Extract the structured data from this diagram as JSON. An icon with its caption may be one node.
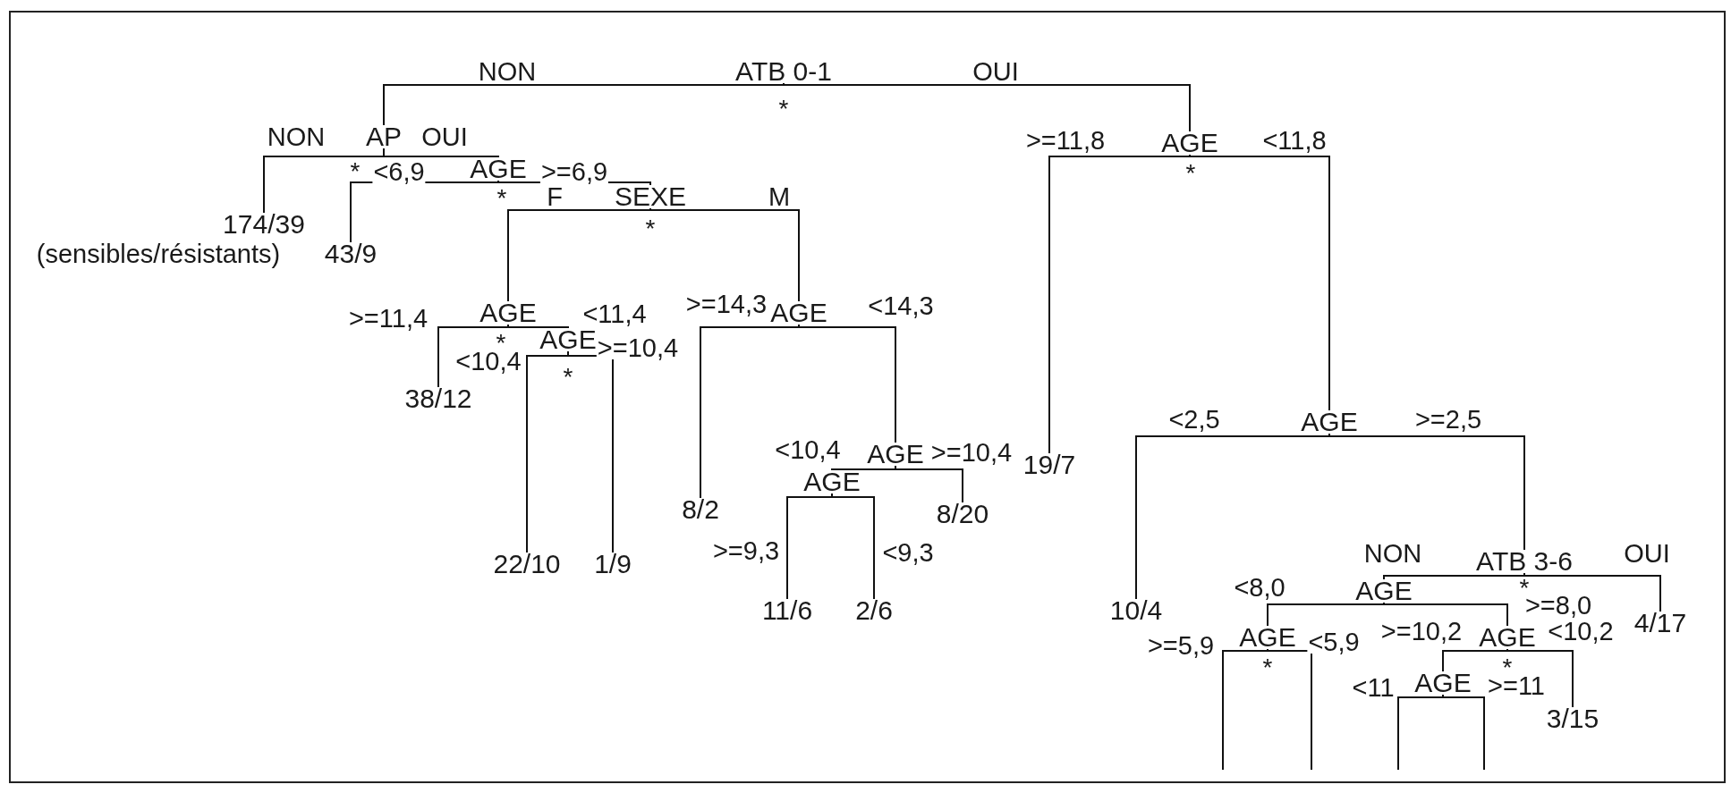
{
  "diagram": {
    "nodes": [
      {
        "text": [
          "ATB 0-1"
        ],
        "beside": [
          "*"
        ]
      },
      {
        "text": [
          "AP"
        ],
        "beside": [
          "*"
        ]
      },
      {
        "text": [
          "174/39"
        ],
        "beside": [
          "(sensibles/résistants)"
        ]
      },
      {
        "text": [
          "AGE"
        ],
        "beside": [
          "*"
        ]
      },
      {
        "text": [
          "43/9"
        ]
      },
      {
        "text": [
          "SEXE"
        ],
        "beside": [
          "*"
        ]
      },
      {
        "text": [
          "AGE"
        ],
        "beside": [
          "*"
        ]
      },
      {
        "text": [
          "38/12"
        ]
      },
      {
        "text": [
          "AGE"
        ],
        "beside": [
          "*"
        ]
      },
      {
        "text": [
          "22/10"
        ]
      },
      {
        "text": [
          "1/9"
        ]
      },
      {
        "text": [
          "AGE"
        ]
      },
      {
        "text": [
          "8/2"
        ]
      },
      {
        "text": [
          "AGE"
        ]
      },
      {
        "text": [
          "AGE"
        ]
      },
      {
        "text": [
          "11/6"
        ]
      },
      {
        "text": [
          "2/6"
        ]
      },
      {
        "text": [
          "8/20"
        ]
      },
      {
        "text": [
          "AGE"
        ],
        "beside": [
          "*"
        ]
      },
      {
        "text": [
          "19/7"
        ]
      },
      {
        "text": [
          "AGE"
        ]
      },
      {
        "text": [
          "10/4"
        ]
      },
      {
        "text": [
          "ATB 3-6"
        ],
        "beside": [
          "*"
        ]
      },
      {
        "text": [
          "AGE"
        ]
      },
      {
        "text": [
          "AGE"
        ],
        "beside": [
          "*"
        ]
      },
      {
        "text": [
          "AGE"
        ],
        "beside": [
          "*"
        ]
      },
      {
        "text": [
          "AGE"
        ]
      },
      {
        "text": [
          "3/15"
        ]
      },
      {
        "text": [
          "4/17"
        ]
      }
    ],
    "edges": [
      {
        "from": 0,
        "to": 1,
        "arrow": "none",
        "label": "NON"
      },
      {
        "from": 0,
        "to": 18,
        "arrow": "none",
        "label": "OUI"
      },
      {
        "from": 1,
        "to": 2,
        "arrow": "none",
        "label": "NON"
      },
      {
        "from": 1,
        "to": 3,
        "arrow": "none",
        "label": "OUI"
      },
      {
        "from": 3,
        "to": 4,
        "arrow": "none",
        "label": "<6,9"
      },
      {
        "from": 3,
        "to": 5,
        "arrow": "none",
        "label": ">=6,9"
      },
      {
        "from": 5,
        "to": 6,
        "arrow": "none",
        "label": "F"
      },
      {
        "from": 5,
        "to": 11,
        "arrow": "none",
        "label": "M"
      },
      {
        "from": 6,
        "to": 7,
        "arrow": "none",
        "label": ">=11,4"
      },
      {
        "from": 6,
        "to": 8,
        "arrow": "none",
        "label": "<11,4"
      },
      {
        "from": 8,
        "to": 9,
        "arrow": "none",
        "label": "<10,4"
      },
      {
        "from": 8,
        "to": 10,
        "arrow": "none",
        "label": ">=10,4"
      },
      {
        "from": 11,
        "to": 12,
        "arrow": "none",
        "label": ">=14,3"
      },
      {
        "from": 11,
        "to": 13,
        "arrow": "none",
        "label": "<14,3"
      },
      {
        "from": 13,
        "to": 14,
        "arrow": "none",
        "label": "<10,4"
      },
      {
        "from": 13,
        "to": 17,
        "arrow": "none",
        "label": ">=10,4"
      },
      {
        "from": 14,
        "to": 15,
        "arrow": "none",
        "label": ">=9,3"
      },
      {
        "from": 14,
        "to": 16,
        "arrow": "none",
        "label": "<9,3"
      },
      {
        "from": 18,
        "to": 19,
        "arrow": "none",
        "label": ">=11,8"
      },
      {
        "from": 18,
        "to": 20,
        "arrow": "none",
        "label": "<11,8"
      },
      {
        "from": 20,
        "to": 21,
        "arrow": "none",
        "label": "<2,5"
      },
      {
        "from": 20,
        "to": 22,
        "arrow": "none",
        "label": ">=2,5"
      },
      {
        "from": 22,
        "to": 23,
        "arrow": "none",
        "label": "NON"
      },
      {
        "from": 22,
        "to": 28,
        "arrow": "none",
        "label": "OUI"
      },
      {
        "from": 23,
        "to": 24,
        "arrow": "none",
        "label": "<8,0"
      },
      {
        "from": 23,
        "to": 25,
        "arrow": "none",
        "label": ">=8,0"
      },
      {
        "from": 24,
        "to": null,
        "arrow": "none",
        "label": ">=5,9"
      },
      {
        "from": 24,
        "to": null,
        "arrow": "none",
        "label": "<5,9"
      },
      {
        "from": 25,
        "to": 26,
        "arrow": "none",
        "label": ">=10,2"
      },
      {
        "from": 25,
        "to": 27,
        "arrow": "none",
        "label": "<10,2"
      },
      {
        "from": 26,
        "to": null,
        "arrow": "none",
        "label": "<11"
      },
      {
        "from": 26,
        "to": null,
        "arrow": "none",
        "label": ">=11"
      }
    ]
  }
}
